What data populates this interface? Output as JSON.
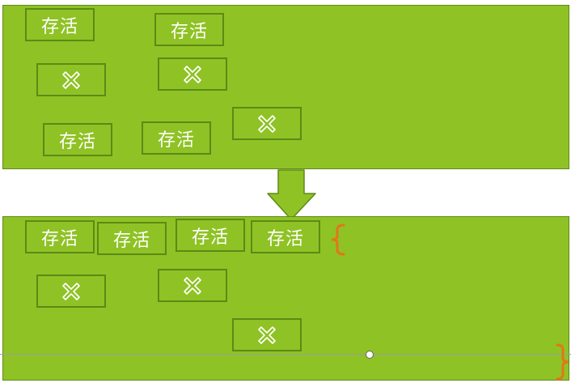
{
  "colors": {
    "panel_fill": "#8fc224",
    "tile_border": "#5c8a16",
    "arrow_fill": "#8fc224",
    "brace_color": "#e2761b"
  },
  "icons": {
    "alive_tile": "text-label",
    "dead_tile": "x-cross-icon",
    "transition": "down-arrow-icon",
    "bracket": "curly-brace-icon"
  },
  "labels": {
    "alive": "存活"
  },
  "before": {
    "alive_count": 4,
    "dead_count": 3
  },
  "after": {
    "alive_count": 4,
    "dead_count": 3
  }
}
